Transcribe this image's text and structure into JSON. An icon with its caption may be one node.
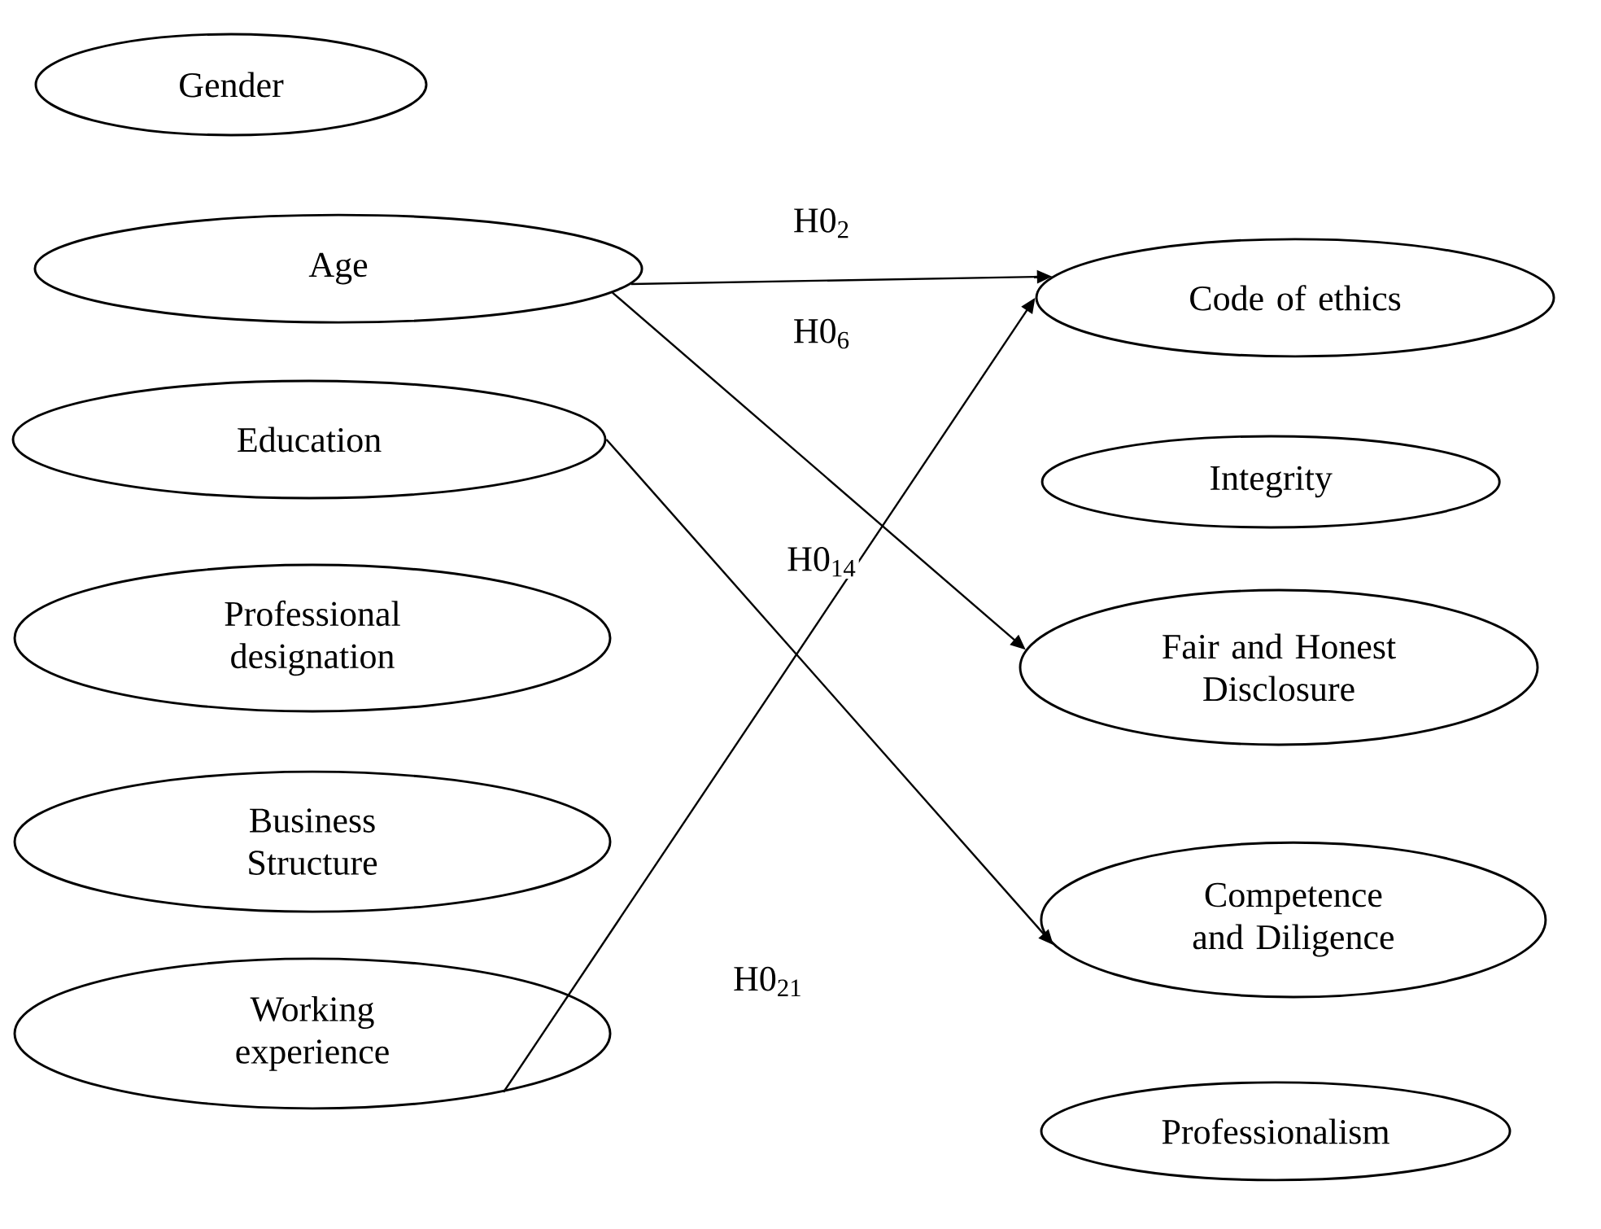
{
  "diagram": {
    "nodes": [
      {
        "text": [
          "Gender"
        ]
      },
      {
        "text": [
          "Age"
        ]
      },
      {
        "text": [
          "Education"
        ]
      },
      {
        "text": [
          "Professional designation"
        ]
      },
      {
        "text": [
          "Business Structure"
        ]
      },
      {
        "text": [
          "Working experience"
        ]
      },
      {
        "text": [
          "Code of ethics"
        ]
      },
      {
        "text": [
          "Integrity"
        ]
      },
      {
        "text": [
          "Fair and Honest Disclosure"
        ]
      },
      {
        "text": [
          "Competence and Diligence"
        ]
      },
      {
        "text": [
          "Professionalism"
        ]
      }
    ],
    "edges": [
      {
        "from": 1,
        "to": 6,
        "arrow": "to",
        "label": "H0$_{2}$"
      },
      {
        "from": 1,
        "to": 8,
        "arrow": "to",
        "label": "H0$_{6}$"
      },
      {
        "from": 2,
        "to": 9,
        "arrow": "to",
        "label": "H0$_{14}$"
      },
      {
        "from": 5,
        "to": 6,
        "arrow": "to",
        "label": "H0$_{21}$"
      }
    ]
  }
}
